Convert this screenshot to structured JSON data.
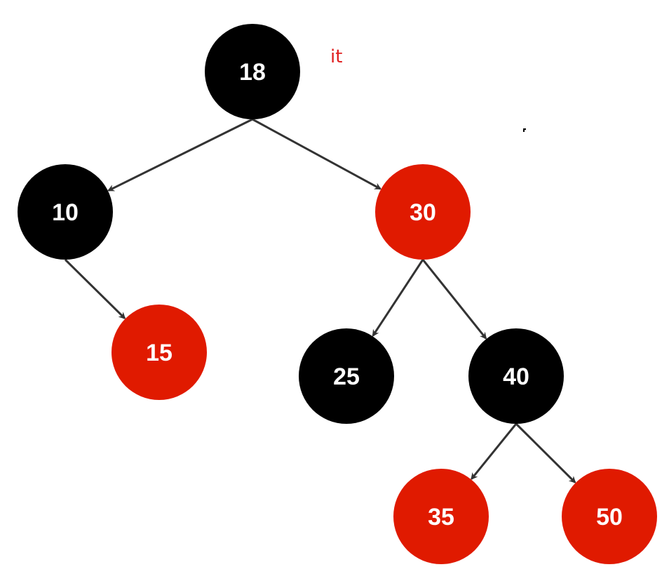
{
  "annotation": "it",
  "colors": {
    "black_node": "#000000",
    "red_node": "#e01a00",
    "edge": "#333333",
    "label": "#ffffff",
    "annotation": "#e02020"
  },
  "tree": {
    "nodes": [
      {
        "id": "n18",
        "label": "18",
        "color": "black"
      },
      {
        "id": "n10",
        "label": "10",
        "color": "black"
      },
      {
        "id": "n30",
        "label": "30",
        "color": "red"
      },
      {
        "id": "n15",
        "label": "15",
        "color": "red"
      },
      {
        "id": "n25",
        "label": "25",
        "color": "black"
      },
      {
        "id": "n40",
        "label": "40",
        "color": "black"
      },
      {
        "id": "n35",
        "label": "35",
        "color": "red"
      },
      {
        "id": "n50",
        "label": "50",
        "color": "red"
      }
    ],
    "edges": [
      {
        "from": "n18",
        "to": "n10"
      },
      {
        "from": "n18",
        "to": "n30"
      },
      {
        "from": "n10",
        "to": "n15"
      },
      {
        "from": "n30",
        "to": "n25"
      },
      {
        "from": "n30",
        "to": "n40"
      },
      {
        "from": "n40",
        "to": "n35"
      },
      {
        "from": "n40",
        "to": "n50"
      }
    ]
  }
}
